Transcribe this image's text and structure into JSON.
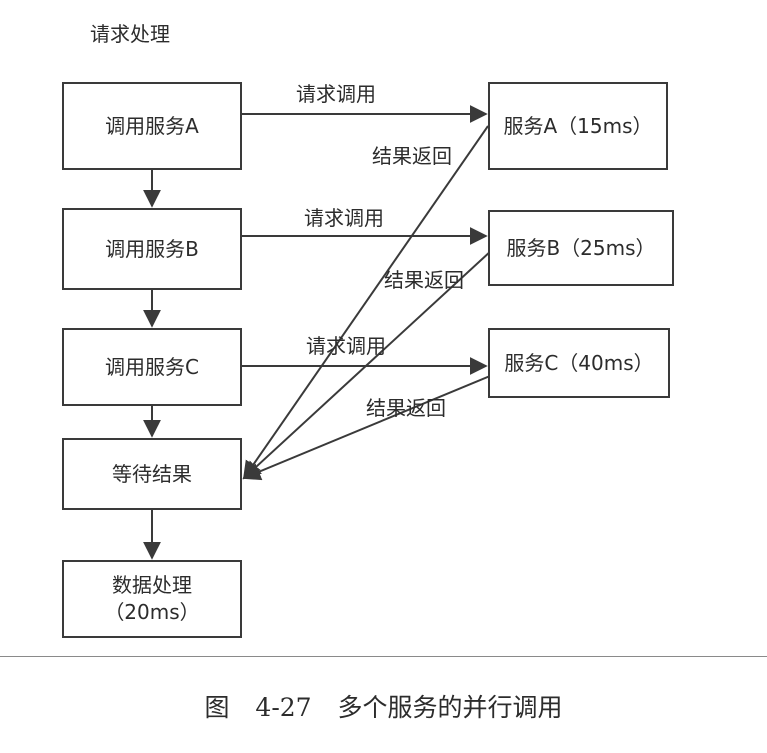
{
  "section_title": "请求处理",
  "steps": {
    "call_a": "调用服务A",
    "call_b": "调用服务B",
    "call_c": "调用服务C",
    "wait": "等待结果",
    "process_line1": "数据处理",
    "process_line2": "（20ms）"
  },
  "services": {
    "a": "服务A（15ms）",
    "b": "服务B（25ms）",
    "c": "服务C（40ms）"
  },
  "edge_labels": {
    "request": "请求调用",
    "return": "结果返回"
  },
  "caption": "图 4-27 多个服务的并行调用",
  "colors": {
    "line": "#3a3a3a",
    "text": "#2c2c2c"
  }
}
